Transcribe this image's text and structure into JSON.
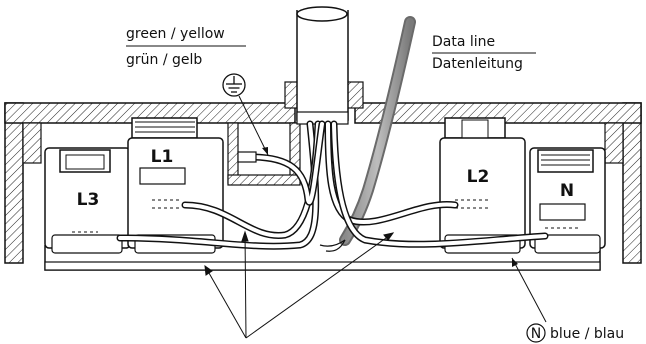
{
  "labels": {
    "earth_en": "green / yellow",
    "earth_de": "grün / gelb",
    "data_en": "Data line",
    "data_de": "Datenleitung",
    "neutral_symbol": "N",
    "neutral_text": "blue / blau"
  },
  "terminals": [
    "L3",
    "L1",
    "L2",
    "N"
  ],
  "icons": {
    "earth_symbol": "protective-earth-icon"
  }
}
